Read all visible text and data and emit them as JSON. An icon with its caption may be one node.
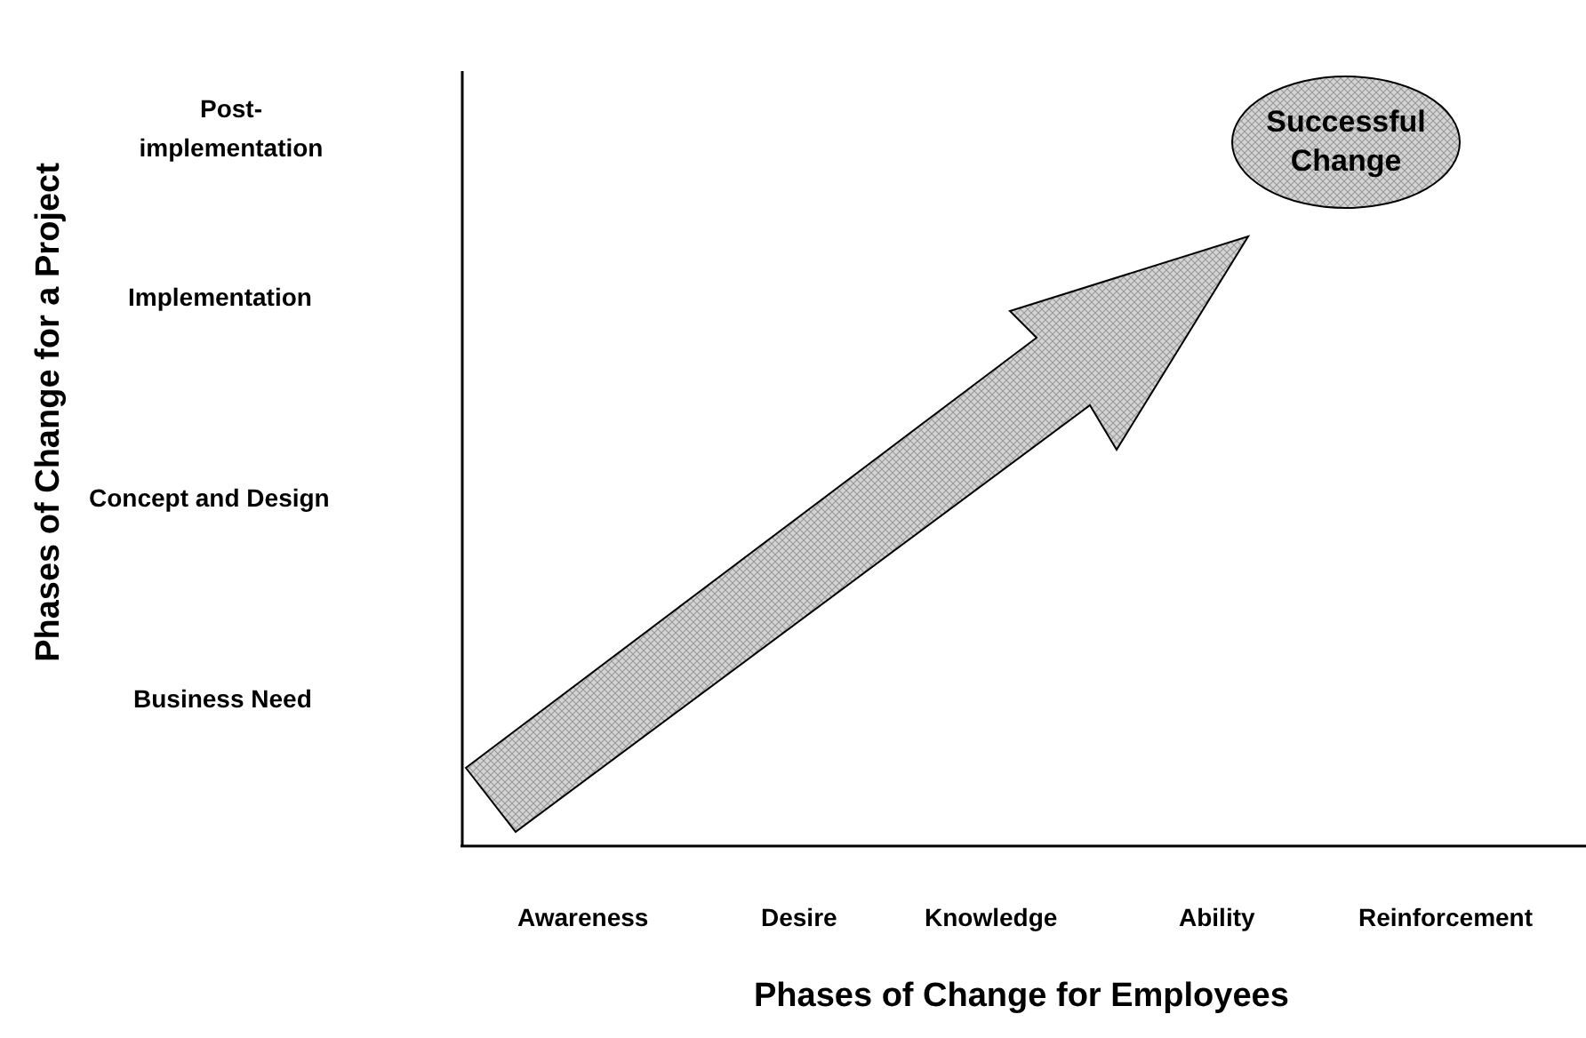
{
  "diagram": {
    "nodes": [
      {
        "text": [
          "Successful Change"
        ]
      }
    ],
    "labels": [
      "Phases of Change for a Project",
      "Post-implementation",
      "Implementation",
      "Concept and Design",
      "Business Need",
      "Awareness",
      "Desire",
      "Knowledge",
      "Ability",
      "Reinforcement",
      "Phases of Change for Employees"
    ]
  }
}
